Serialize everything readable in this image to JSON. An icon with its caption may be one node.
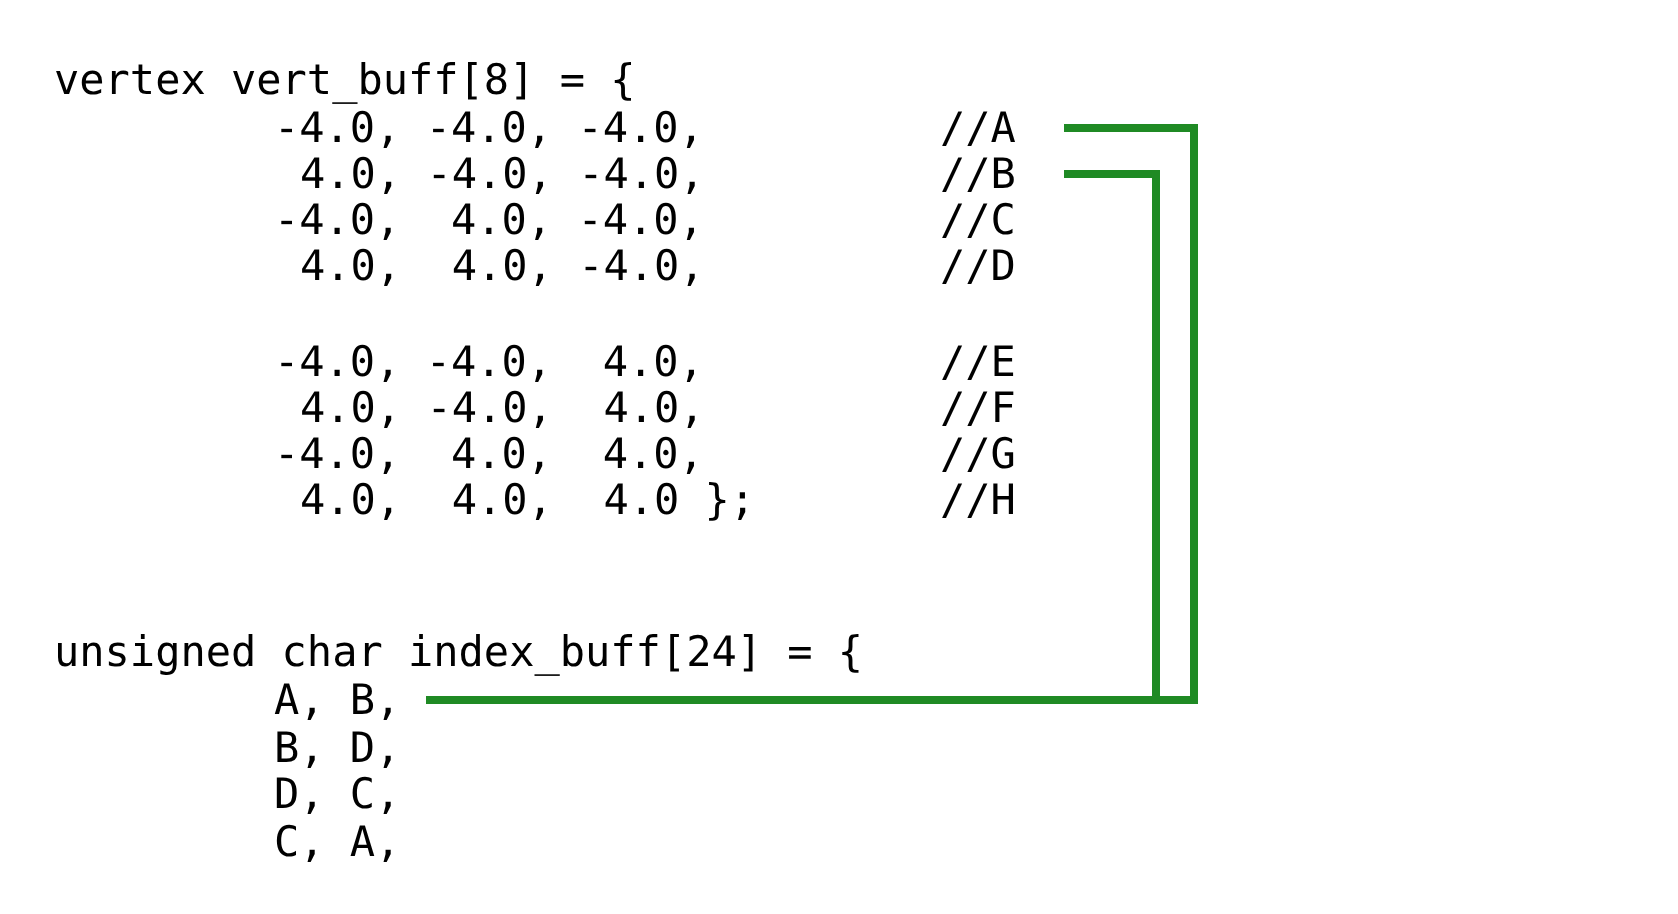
{
  "diagram": {
    "nodes": [
      {
        "text": [
          "//A"
        ]
      },
      {
        "text": [
          "//B"
        ]
      },
      {
        "text": [
          "A, B,"
        ]
      }
    ],
    "edges": [
      {
        "from": 0,
        "to": 2,
        "arrow": "none"
      },
      {
        "from": 1,
        "to": 2,
        "arrow": "none"
      }
    ],
    "labels": [
      "vertex vert_buff[8] = {",
      "-4.0, -4.0, -4.0,",
      "4.0, -4.0, -4.0,",
      "-4.0,  4.0, -4.0,",
      "//C",
      "4.0,  4.0, -4.0,",
      "//D",
      "-4.0, -4.0,  4.0,",
      "//E",
      "4.0, -4.0,  4.0,",
      "//F",
      "-4.0,  4.0,  4.0,",
      "//G",
      "4.0,  4.0,  4.0 };",
      "//H",
      "unsigned char index_buff[24] = {",
      "B, D,",
      "D, C,",
      "C, A,"
    ]
  }
}
